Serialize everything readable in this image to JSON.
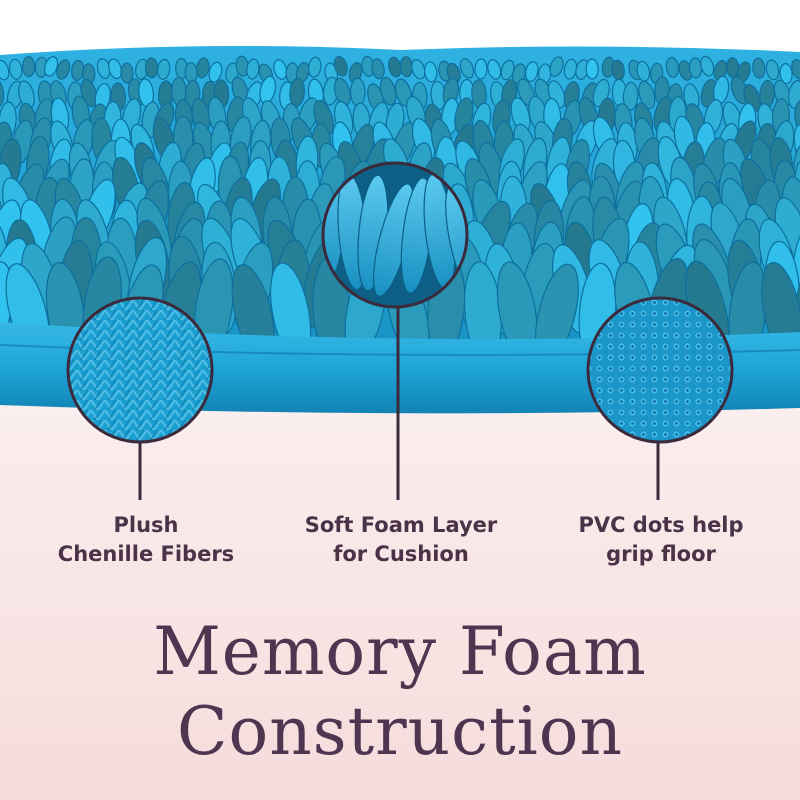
{
  "callouts": {
    "plush": {
      "line1": "Plush",
      "line2": "Chenille Fibers"
    },
    "foam": {
      "line1": "Soft Foam Layer",
      "line2": "for Cushion"
    },
    "pvc": {
      "line1": "PVC dots help",
      "line2": "grip floor"
    }
  },
  "headline": {
    "line1": "Memory Foam",
    "line2": "Construction"
  },
  "colors": {
    "mat_blue": "#1ba3d6",
    "mat_dark": "#0c6f9a",
    "mat_light": "#57c8ef",
    "text_plum": "#4a3347",
    "circle_outline": "#3b2a3c",
    "background_pink": "#f6dcdc"
  }
}
